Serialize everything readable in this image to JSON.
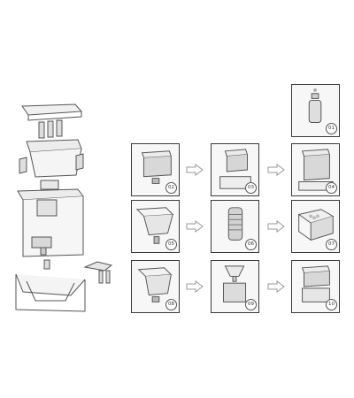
{
  "diagram": {
    "steps": [
      {
        "number": "01",
        "figure": "filter-cartridge"
      },
      {
        "number": "02",
        "figure": "tank-with-valve"
      },
      {
        "number": "03",
        "figure": "tank-on-base"
      },
      {
        "number": "04",
        "figure": "assembled-unit"
      },
      {
        "number": "05",
        "figure": "upper-tank-with-valve"
      },
      {
        "number": "06",
        "figure": "filter-cartridge-tall"
      },
      {
        "number": "07",
        "figure": "open-tank-with-stones"
      },
      {
        "number": "08",
        "figure": "lower-tank-with-tap"
      },
      {
        "number": "09",
        "figure": "funnel-on-base"
      },
      {
        "number": "10",
        "figure": "complete-dispenser"
      }
    ],
    "colors": {
      "stroke": "#3a3a3a",
      "fill": "#d9d9d9",
      "panel_bg": "#f7f7f7",
      "arrow": "#bdbdbd"
    }
  }
}
